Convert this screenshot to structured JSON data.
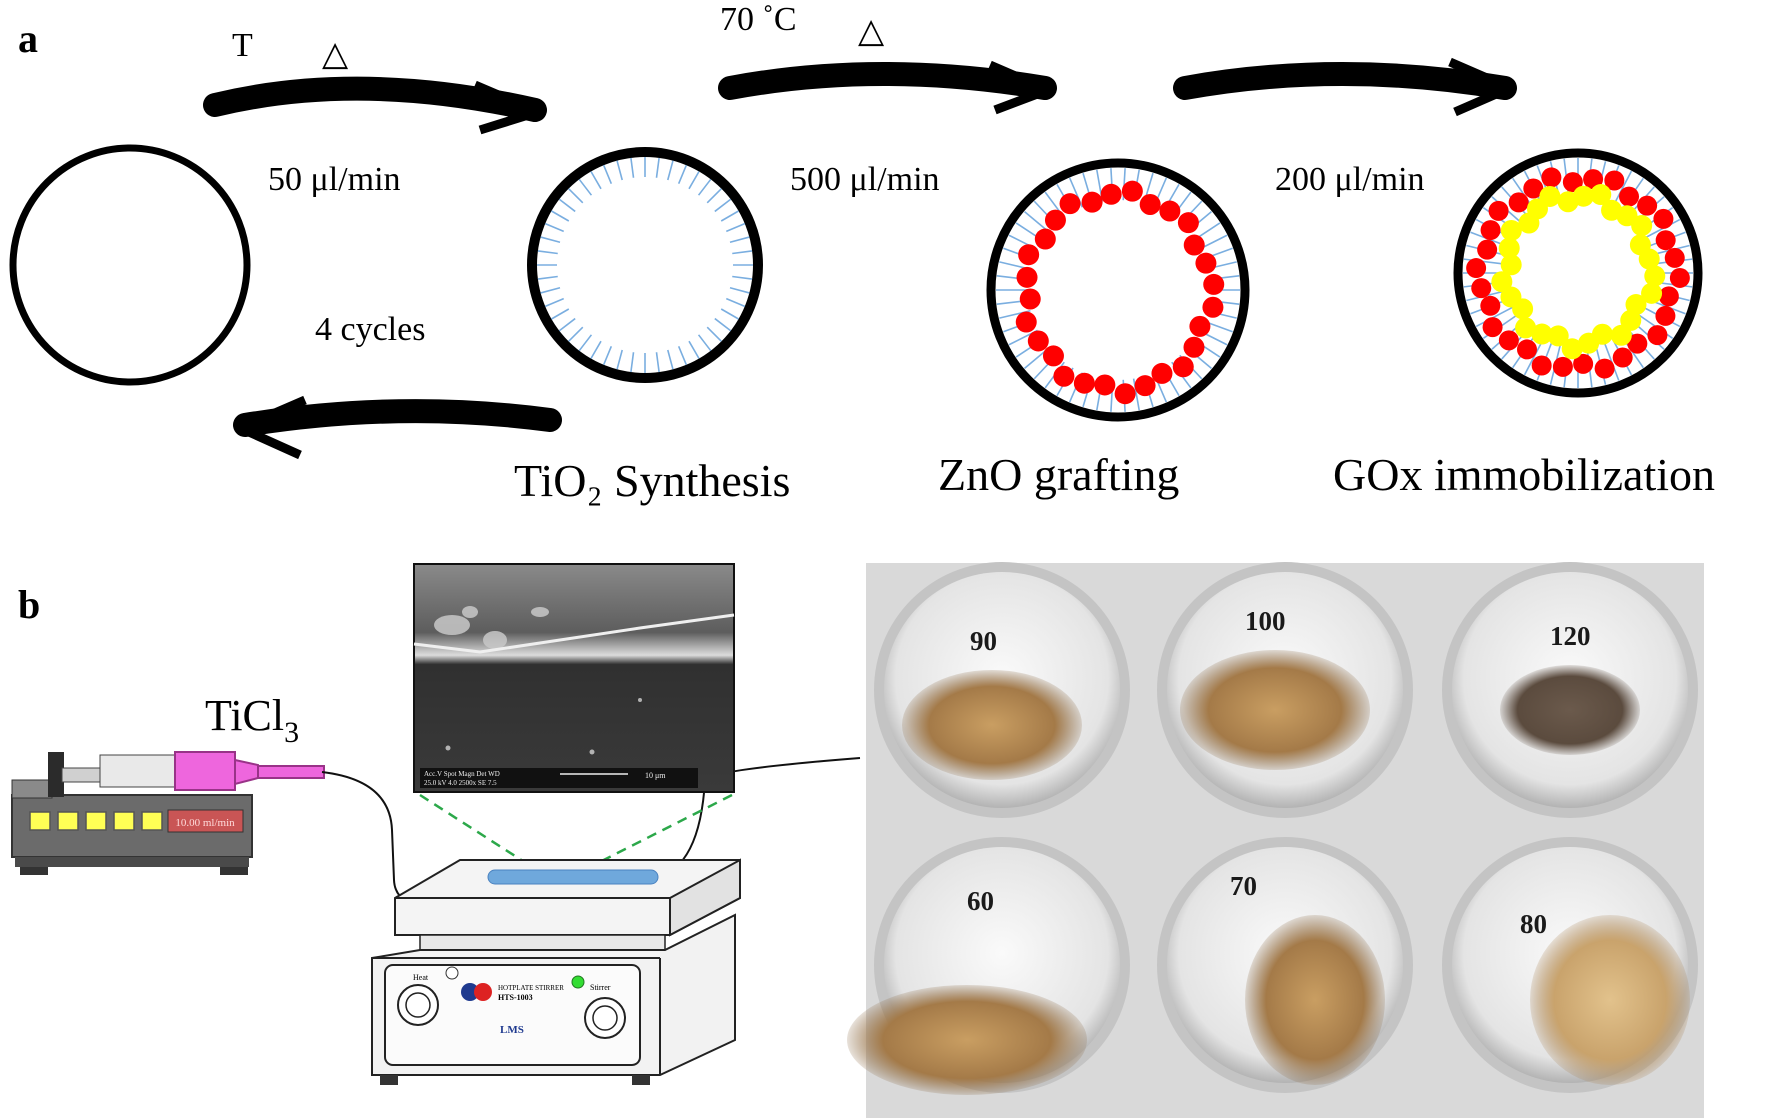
{
  "panel_a": {
    "label": "a",
    "step1": {
      "temp": "T",
      "heat_symbol": "△",
      "flow": "50 μl/min",
      "cycles": "4 cycles"
    },
    "step2": {
      "temp": "70 ˚C",
      "heat_symbol": "△",
      "flow": "500 μl/min"
    },
    "step3": {
      "flow": "200 μl/min"
    },
    "stages": [
      "TiO₂ Synthesis",
      "ZnO grafting",
      "GOx immobilization"
    ],
    "colors": {
      "tio2_lines": "#7aaee0",
      "zno": "#ff0000",
      "gox": "#ffff00"
    }
  },
  "panel_b": {
    "label": "b",
    "reagent_main": "TiCl",
    "reagent_sub": "3",
    "pump_display": "10.00 ml/min",
    "sem_caption_1": "Acc.V  Spot Magn   Det  WD",
    "sem_caption_2": "25.0 kV 4.0   2500x    SE  7.5",
    "sem_scale": "10 μm",
    "stirrer": {
      "heat": "Heat",
      "stirrer": "Stirrer",
      "brand": "HOTPLATE STIRRER",
      "model": "HTS-1003",
      "logo": "LMS"
    },
    "wells": [
      "90",
      "100",
      "120",
      "60",
      "70",
      "80"
    ]
  }
}
